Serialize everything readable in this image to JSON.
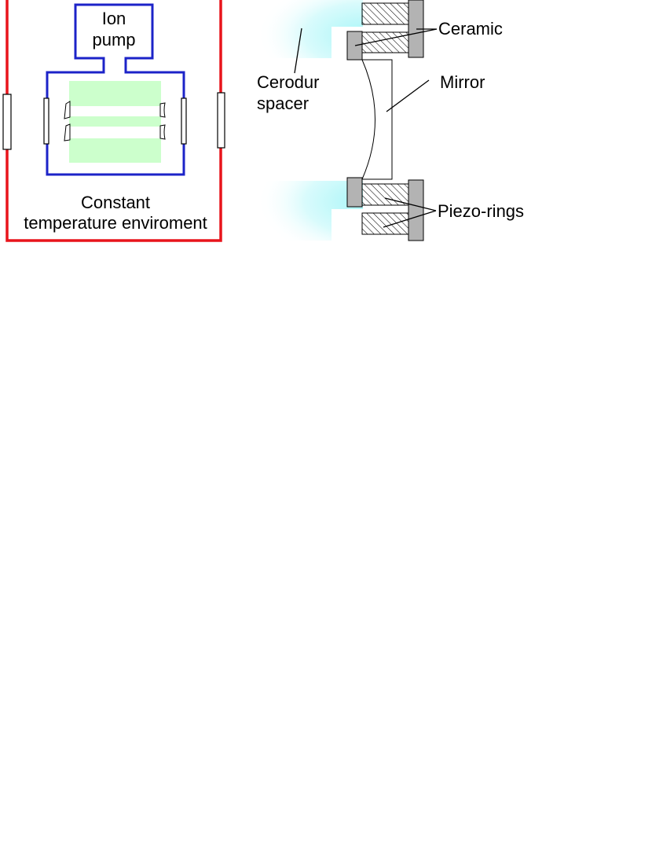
{
  "left_panel": {
    "pump_label_line1": "Ion",
    "pump_label_line2": "pump",
    "env_label_line1": "Constant",
    "env_label_line2": "temperature enviroment",
    "colors": {
      "outer_enclosure": "#e8141b",
      "vacuum_chamber": "#1c23c8",
      "spacer_fill": "#ccffcc"
    }
  },
  "right_panel": {
    "labels": {
      "ceramic": "Ceramic",
      "mirror": "Mirror",
      "spacer_line1": "Cerodur",
      "spacer_line2": "spacer",
      "piezo": "Piezo-rings"
    },
    "colors": {
      "spacer_gradient": "#aaf6f8",
      "ceramic_fill": "#b3b3b3",
      "piezo_hatch": "#000000"
    }
  }
}
